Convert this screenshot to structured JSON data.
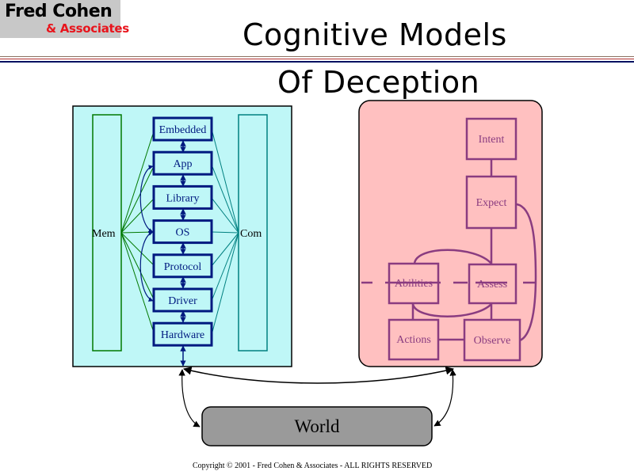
{
  "logo": {
    "main": "Fred Cohen",
    "sub": "& Associates"
  },
  "title": {
    "line1": "Cognitive Models",
    "line2": "Of Deception"
  },
  "colors": {
    "left_panel_bg": "#bff7f7",
    "left_node_stroke": "#001a80",
    "left_node_text": "#001a80",
    "mem_stroke": "#007800",
    "com_stroke": "#008080",
    "right_panel_bg": "#ffc0c0",
    "right_node_stroke": "#8a3c80",
    "right_node_text": "#8a3c80",
    "world_fill": "#9a9a9a",
    "logo_red": "#e8141c",
    "rule_brown": "#8b7060",
    "rule_red": "#b03030",
    "rule_navy": "#001060"
  },
  "left_model": {
    "memory_label": "Mem",
    "comms_label": "Com",
    "layers": [
      "Embedded",
      "App",
      "Library",
      "OS",
      "Protocol",
      "Driver",
      "Hardware"
    ]
  },
  "right_model": {
    "nodes": {
      "intent": "Intent",
      "expect": "Expect",
      "abilities": "Abilities",
      "assess": "Assess",
      "actions": "Actions",
      "observe": "Observe"
    }
  },
  "world": {
    "label": "World"
  },
  "footer": {
    "copyright": "Copyright © 2001 - Fred Cohen & Associates - ALL RIGHTS RESERVED"
  }
}
